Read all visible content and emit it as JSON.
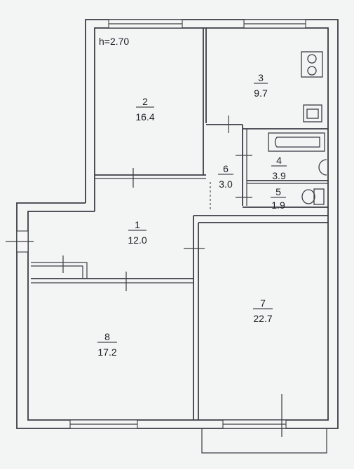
{
  "plan": {
    "height_label": "h=2.70",
    "rooms": [
      {
        "id": "1",
        "area": "12.0"
      },
      {
        "id": "2",
        "area": "16.4"
      },
      {
        "id": "3",
        "area": "9.7"
      },
      {
        "id": "4",
        "area": "3.9"
      },
      {
        "id": "5",
        "area": "1.9"
      },
      {
        "id": "6",
        "area": "3.0"
      },
      {
        "id": "7",
        "area": "22.7"
      },
      {
        "id": "8",
        "area": "17.2"
      }
    ]
  }
}
